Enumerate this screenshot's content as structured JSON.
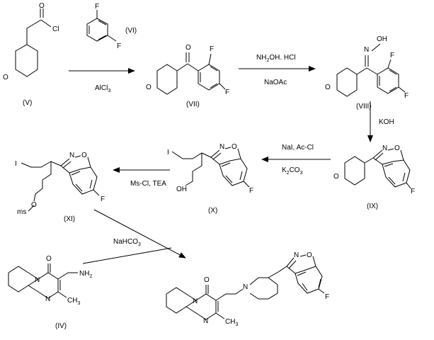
{
  "compounds": {
    "V": {
      "label": "(V)",
      "atoms": {
        "cl": "Cl",
        "o_ketone": "O",
        "o_ring": "O"
      }
    },
    "VI": {
      "label": "(VI)",
      "atoms": {
        "f1": "F",
        "f2": "F"
      }
    },
    "VII": {
      "label": "(VII)",
      "atoms": {
        "o_ketone": "O",
        "o_ring": "O",
        "f1": "F",
        "f2": "F"
      }
    },
    "VIII": {
      "label": "(VIII)",
      "atoms": {
        "n": "N",
        "oh": "OH",
        "o_ring": "O",
        "f1": "F",
        "f2": "F"
      }
    },
    "IX": {
      "label": "(IX)",
      "atoms": {
        "n": "N",
        "o_iso": "O",
        "o_ring": "O",
        "f": "F"
      }
    },
    "X": {
      "label": "(X)",
      "atoms": {
        "i": "I",
        "n": "N",
        "o_iso": "O",
        "oh": "OH",
        "f": "F"
      }
    },
    "XI": {
      "label": "(XI)",
      "atoms": {
        "i": "I",
        "n": "N",
        "o_iso": "O",
        "f": "F",
        "ms": "ms",
        "o": "O"
      }
    },
    "IV": {
      "label": "(IV)",
      "atoms": {
        "o": "O",
        "n1": "N",
        "n2": "N",
        "nh2": "NH",
        "nh2_sub": "2",
        "ch3": "CH",
        "ch3_sub": "3"
      }
    },
    "product": {
      "atoms": {
        "o": "O",
        "n1": "N",
        "n2": "N",
        "n_pip": "N",
        "n_iso": "N",
        "o_iso": "O",
        "ch3": "CH",
        "ch3_sub": "3",
        "f": "F"
      }
    }
  },
  "reagents": {
    "step1": {
      "text": "AlCl",
      "sub": "3"
    },
    "step2_top": {
      "text": "NH",
      "sub": "2",
      "rest": "OH. HCl"
    },
    "step2_bottom": "NaOAc",
    "step3": "KOH",
    "step4_top": "NaI, Ac-Cl",
    "step4_bottom": {
      "text": "K",
      "sub": "2",
      "rest": "CO",
      "sub2": "3"
    },
    "step5": "Ms-Cl, TEA",
    "step6": {
      "text": "NaHCO",
      "sub": "3"
    }
  }
}
